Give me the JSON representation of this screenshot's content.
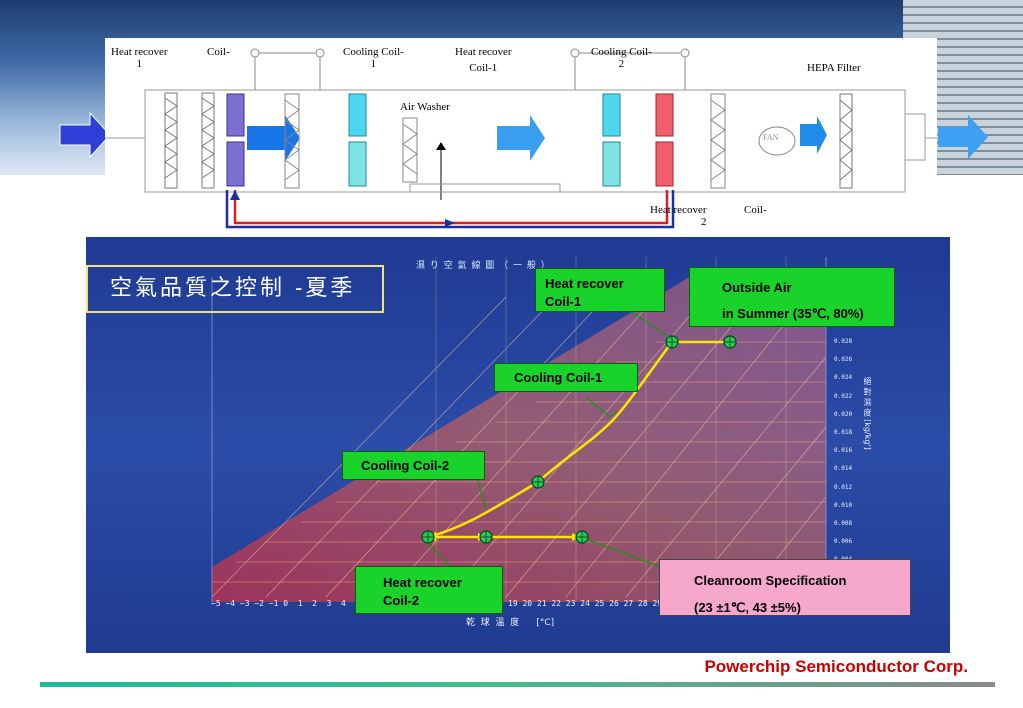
{
  "schematic": {
    "labels": {
      "hr1_a": "Heat recover",
      "hr1_b": "1",
      "coil_a": "Coil-",
      "cc1_a": "Cooling Coil-",
      "cc1_b": "1",
      "hrc1_a": "Heat recover",
      "hrc1_b": "Coil-1",
      "cc2_a": "Cooling Coil-",
      "cc2_b": "2",
      "hepa": "HEPA Filter",
      "air_washer": "Air Washer",
      "hr2_a": "Heat recover",
      "hr2_b": "2",
      "coil2_a": "Coil-",
      "fan": "FAN"
    }
  },
  "chart": {
    "header_text": "濕  り  空  氣  線  圖  （  一  般  ）",
    "title": "空氣品質之控制 -夏季",
    "boxes": {
      "hrc1": [
        "Heat recover",
        "Coil-1"
      ],
      "outside": [
        "Outside Air",
        "in Summer (35℃, 80%)"
      ],
      "cc1": "Cooling Coil-1",
      "cc2": "Cooling Coil-2",
      "hrc2": [
        "Heat recover",
        "Coil-2"
      ],
      "clean": [
        "Cleanroom Specification",
        "(23 ±1℃, 43 ±5%)"
      ]
    },
    "x_ticks": "−5 −4 −3 −2 −1 0  1  2  3  4  5  6",
    "x_ticks_right": "19 20 21 22 23 24 25 26 27 28 29 30",
    "x_label": "乾  球  溫  度      [°C]",
    "y_ticks": [
      "0.028",
      "0.026",
      "0.024",
      "0.022",
      "0.020",
      "0.018",
      "0.016",
      "0.014",
      "0.012",
      "0.010",
      "0.008",
      "0.006",
      "0.004"
    ],
    "y_label": "絕 對 濕 度  [kg/kg']"
  },
  "colors": {
    "box_green": "#19d32a",
    "box_pink": "#f6a7cc",
    "process_line": "#ffe600",
    "company": "#c80000"
  },
  "footer": {
    "company": "Powerchip Semiconductor Corp."
  }
}
